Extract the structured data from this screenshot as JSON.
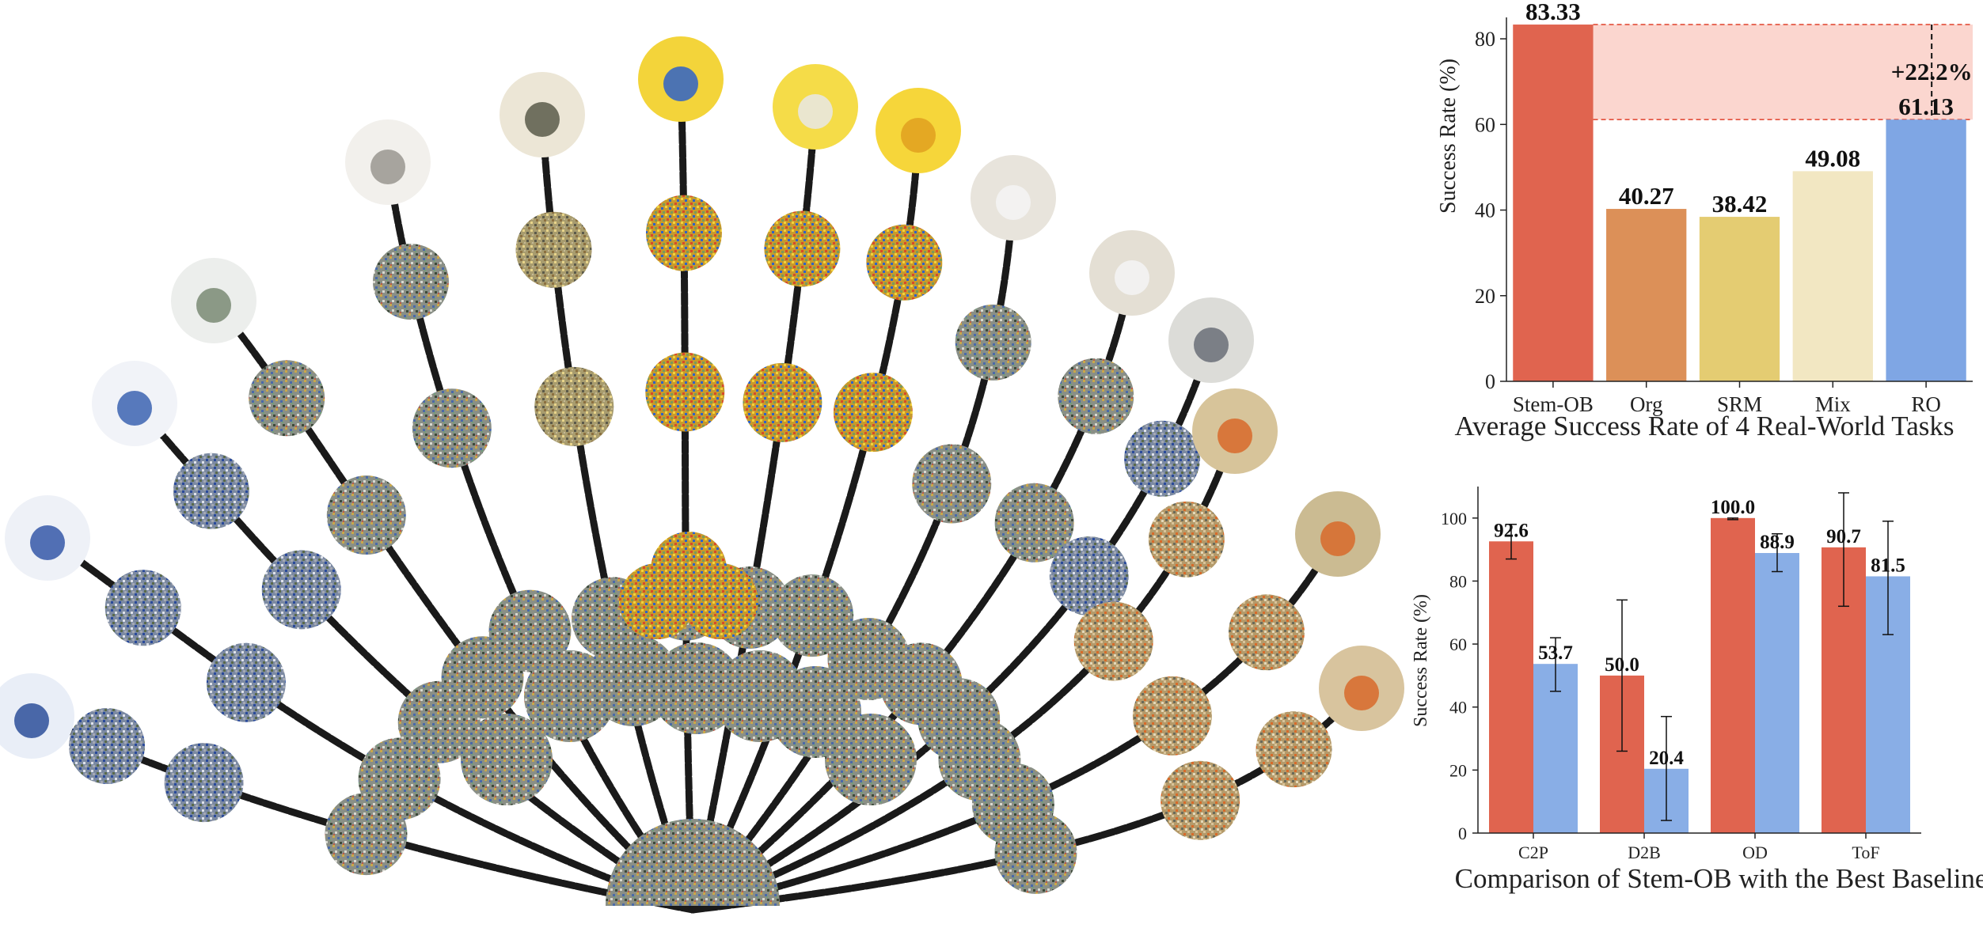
{
  "colors": {
    "stem_ob": "#e0644f",
    "org": "#dc9058",
    "srm": "#e4cc72",
    "mix": "#f2e7c2",
    "ro": "#7fa6e4",
    "baseline": "#89aee6",
    "highlight_fill": "#fbd6cf",
    "highlight_line": "#e0402a"
  },
  "chart_data": [
    {
      "type": "bar",
      "title": "Average Success Rate of 4 Real-World Tasks",
      "ylabel": "Success Rate (%)",
      "xlabel": "",
      "categories": [
        "Stem-OB",
        "Org",
        "SRM",
        "Mix",
        "RO"
      ],
      "values": [
        83.33,
        40.27,
        38.42,
        49.08,
        61.13
      ],
      "value_labels": [
        "83.33",
        "40.27",
        "38.42",
        "49.08",
        "61.13"
      ],
      "ylim": [
        0,
        85
      ],
      "yticks": [
        0,
        20,
        40,
        60,
        80
      ],
      "annotation": "+22.2%",
      "grid": false,
      "legend": "none"
    },
    {
      "type": "bar",
      "title": "Comparison of Stem-OB with the Best Baseline",
      "ylabel": "Success Rate (%)",
      "xlabel": "",
      "categories": [
        "C2P",
        "D2B",
        "OD",
        "ToF"
      ],
      "series": [
        {
          "values": [
            92.6,
            50.0,
            100.0,
            90.7
          ],
          "labels": [
            "92.6",
            "50.0",
            "100.0",
            "90.7"
          ],
          "error": [
            [
              87,
              98
            ],
            [
              26,
              74
            ],
            [
              99.5,
              100
            ],
            [
              72,
              108
            ]
          ]
        },
        {
          "values": [
            53.7,
            20.4,
            88.9,
            81.5
          ],
          "labels": [
            "53.7",
            "20.4",
            "88.9",
            "81.5"
          ],
          "error": [
            [
              45,
              62
            ],
            [
              4,
              37
            ],
            [
              83,
              95
            ],
            [
              63,
              99
            ]
          ]
        }
      ],
      "ylim": [
        0,
        110
      ],
      "yticks": [
        0,
        20,
        40,
        60,
        80,
        100
      ],
      "grid": false,
      "legend": "none"
    }
  ]
}
